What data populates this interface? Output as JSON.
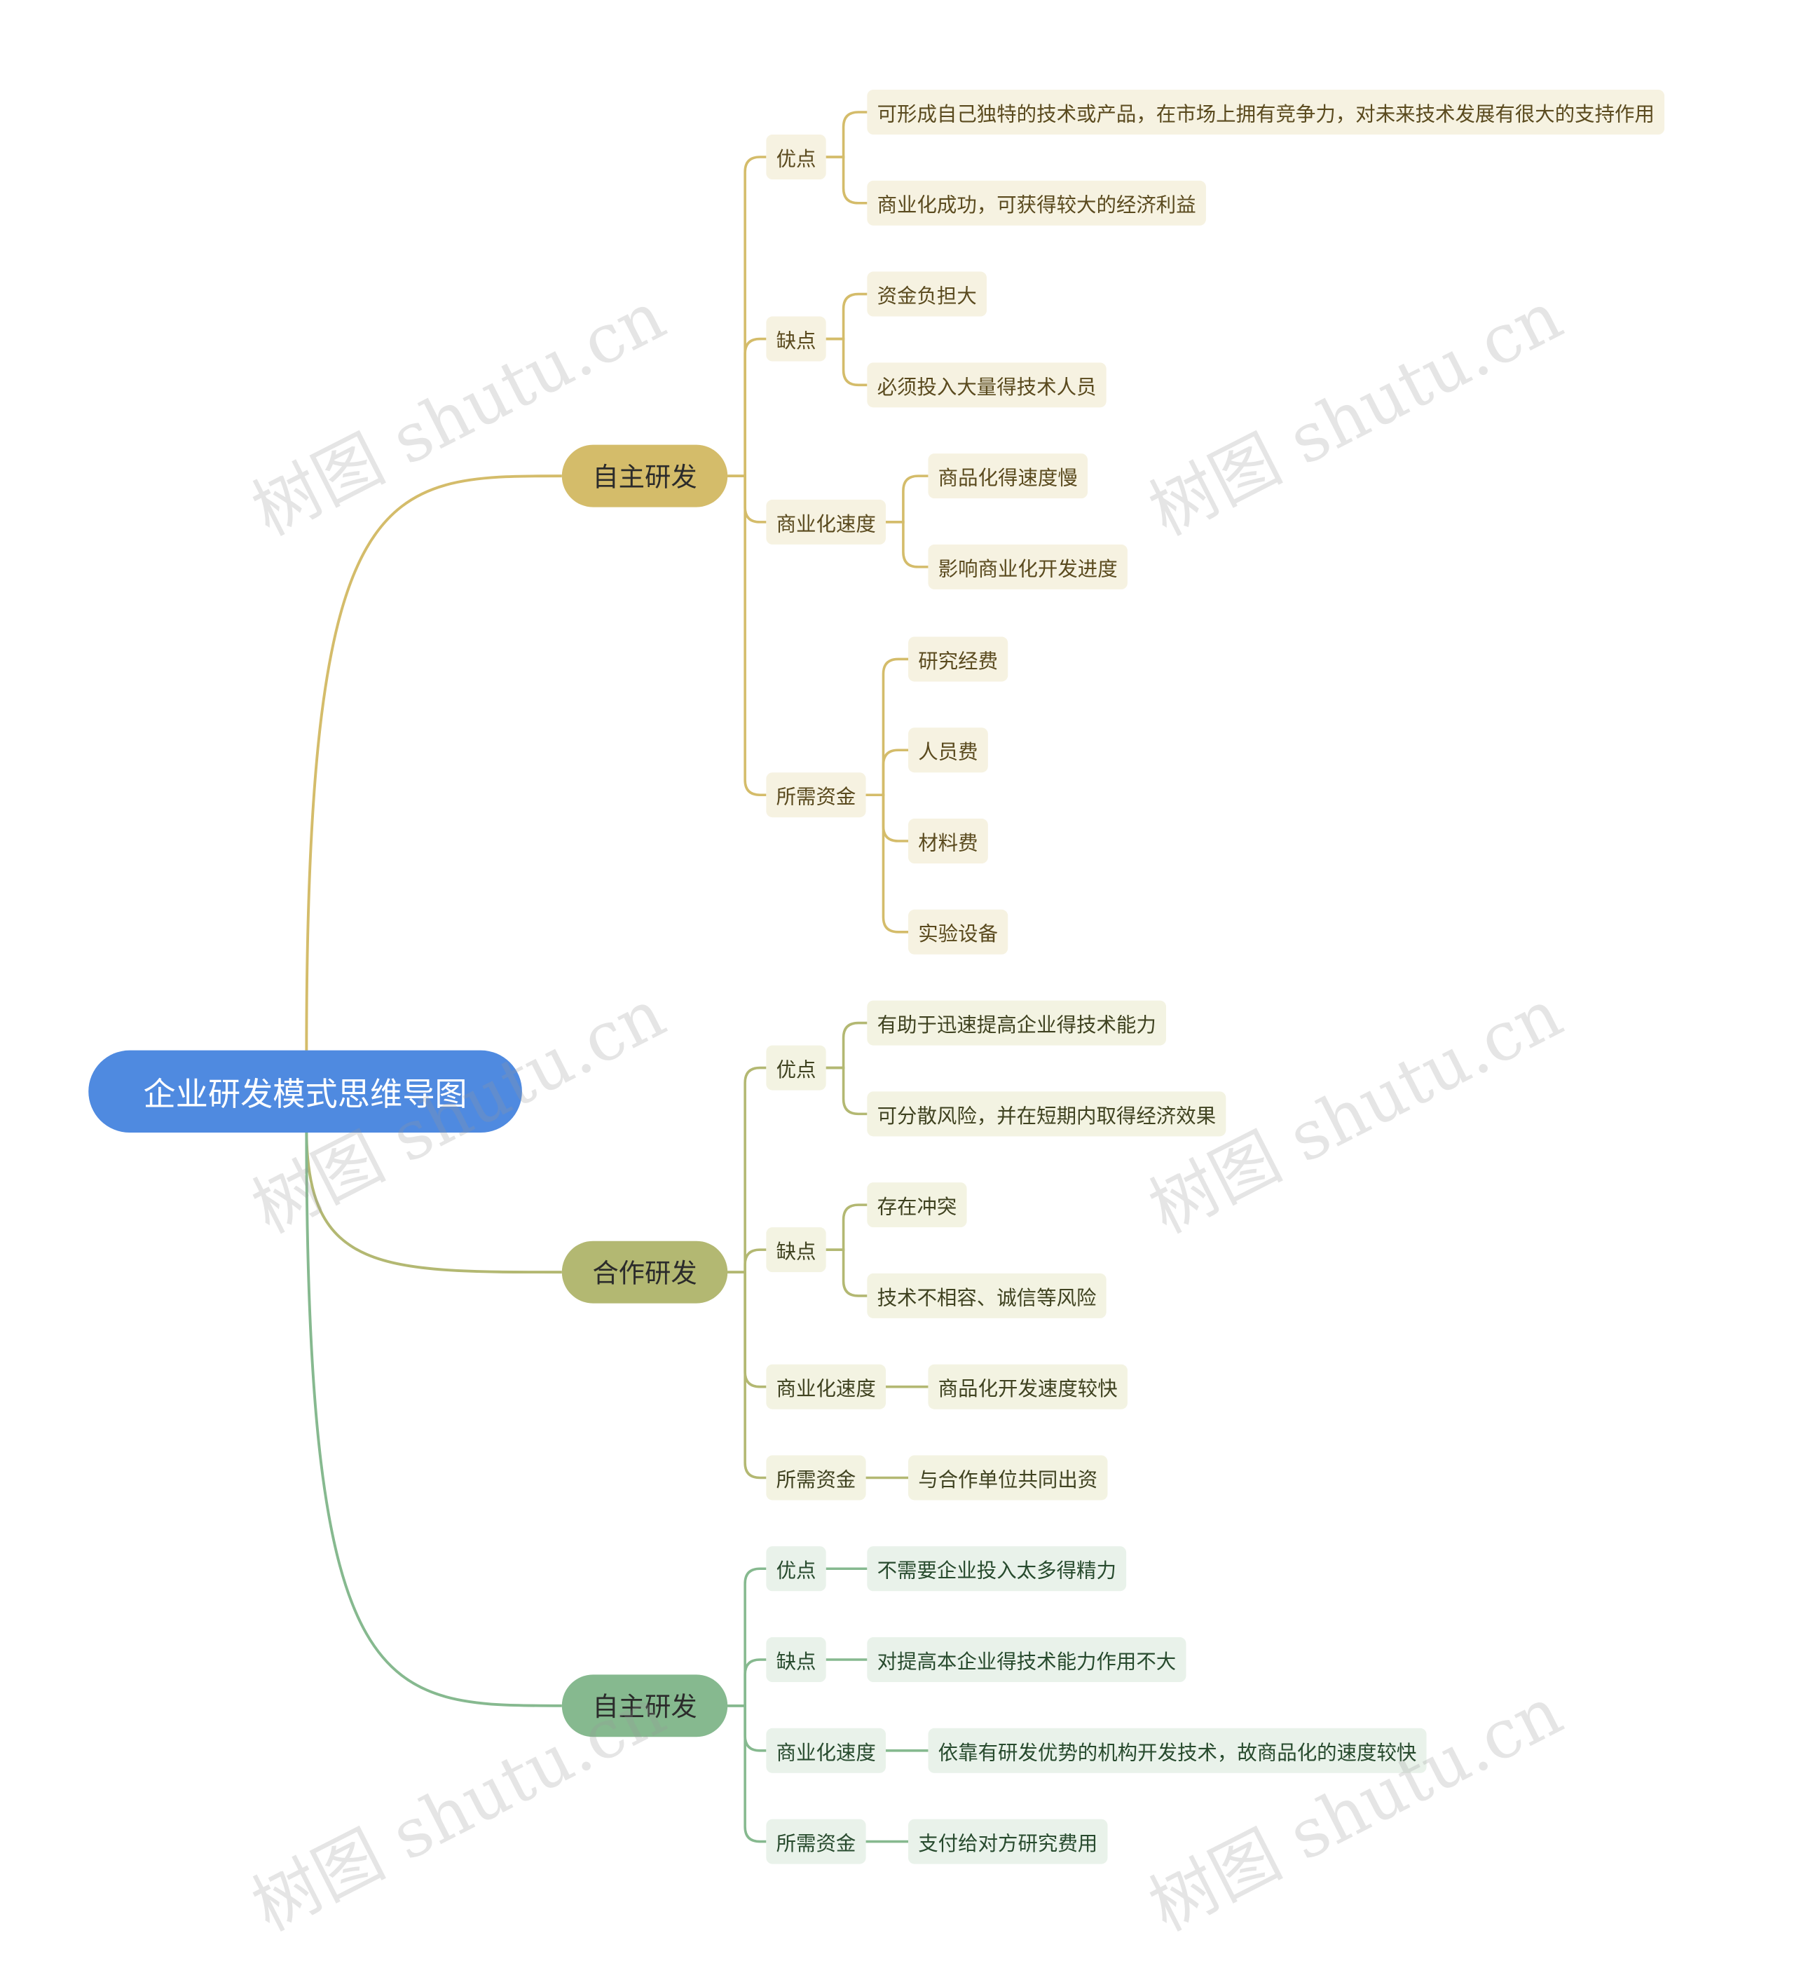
{
  "root": {
    "label": "企业研发模式思维导图"
  },
  "watermark_text": "树图 shutu.cn",
  "colors": {
    "root": "#4f8ae0",
    "branch_0": "#d4bc6a",
    "branch_1": "#b3b872",
    "branch_2": "#86b98f"
  },
  "branches": [
    {
      "label": "自主研发",
      "children": [
        {
          "label": "优点",
          "children": [
            "可形成自己独特的技术或产品，在市场上拥有竞争力，对未来技术发展有很大的支持作用",
            "商业化成功，可获得较大的经济利益"
          ]
        },
        {
          "label": "缺点",
          "children": [
            "资金负担大",
            "必须投入大量得技术人员"
          ]
        },
        {
          "label": "商业化速度",
          "children": [
            "商品化得速度慢",
            "影响商业化开发进度"
          ]
        },
        {
          "label": "所需资金",
          "children": [
            "研究经费",
            "人员费",
            "材料费",
            "实验设备"
          ]
        }
      ]
    },
    {
      "label": "合作研发",
      "children": [
        {
          "label": "优点",
          "children": [
            "有助于迅速提高企业得技术能力",
            "可分散风险，并在短期内取得经济效果"
          ]
        },
        {
          "label": "缺点",
          "children": [
            "存在冲突",
            "技术不相容、诚信等风险"
          ]
        },
        {
          "label": "商业化速度",
          "children": [
            "商品化开发速度较快"
          ]
        },
        {
          "label": "所需资金",
          "children": [
            "与合作单位共同出资"
          ]
        }
      ]
    },
    {
      "label": "自主研发",
      "children": [
        {
          "label": "优点",
          "children": [
            "不需要企业投入太多得精力"
          ]
        },
        {
          "label": "缺点",
          "children": [
            "对提高本企业得技术能力作用不大"
          ]
        },
        {
          "label": "商业化速度",
          "children": [
            "依靠有研发优势的机构开发技术，故商品化的速度较快"
          ]
        },
        {
          "label": "所需资金",
          "children": [
            "支付给对方研究费用"
          ]
        }
      ]
    }
  ]
}
